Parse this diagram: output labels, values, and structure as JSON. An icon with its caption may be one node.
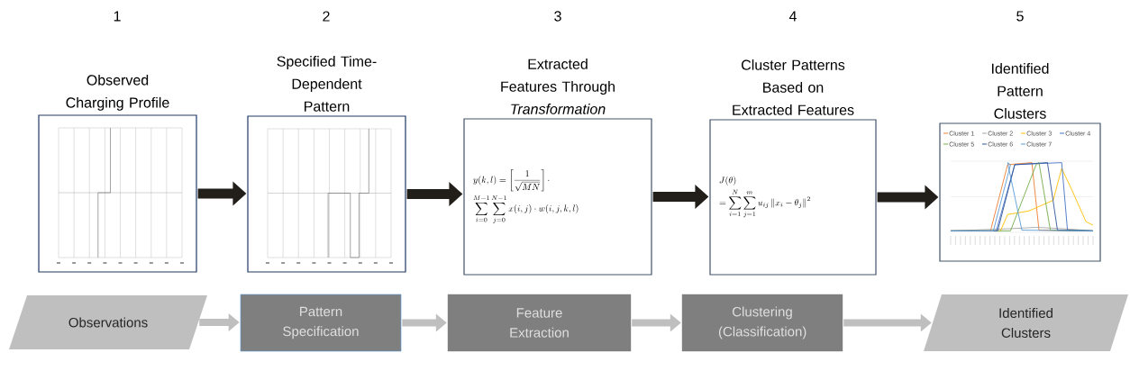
{
  "diagram": {
    "nodes": [
      {
        "text": [
          "Observed Charging Profile"
        ]
      },
      {
        "text": [
          "Specified Time-Dependent Pattern"
        ]
      },
      {
        "text": [
          "Extracted Features Through *Transformation*",
          "y(k,l)=\\left[\\frac{1}{\\sqrt{MN}}\\right]\\cdot",
          "\\sum_{i=0}^{M-1}\\sum_{j=0}^{N-1}x(i,j)\\cdot w(i,j,k,l)"
        ]
      },
      {
        "text": [
          "Cluster Patterns Based on Extracted Features",
          "J(\\theta)",
          "=\\sum_{i=1}^{N}\\sum_{j=1}^{m}u_{ij}\\left\\|x_i-\\theta_j\\right\\|^2"
        ]
      },
      {
        "text": [
          "Identified Pattern Clusters"
        ]
      },
      {
        "text": [
          "Observations"
        ]
      },
      {
        "text": [
          "Pattern Specification"
        ]
      },
      {
        "text": [
          "Feature Extraction"
        ]
      },
      {
        "text": [
          "Clustering (Classification)"
        ]
      },
      {
        "text": [
          "Identified Clusters"
        ]
      }
    ],
    "edges": [
      {
        "from": 0,
        "to": 1,
        "arrow": "to",
        "color": "#221e1a"
      },
      {
        "from": 1,
        "to": 2,
        "arrow": "to",
        "color": "#221e1a"
      },
      {
        "from": 2,
        "to": 3,
        "arrow": "to",
        "color": "#221e1a"
      },
      {
        "from": 3,
        "to": 4,
        "arrow": "to",
        "color": "#221e1a"
      },
      {
        "from": 5,
        "to": 6,
        "arrow": "to",
        "color": "#bfbfbf"
      },
      {
        "from": 6,
        "to": 7,
        "arrow": "to",
        "color": "#bfbfbf"
      },
      {
        "from": 7,
        "to": 8,
        "arrow": "to",
        "color": "#bfbfbf"
      },
      {
        "from": 8,
        "to": 9,
        "arrow": "to",
        "color": "#bfbfbf"
      }
    ],
    "labels": [
      "1",
      "2",
      "3",
      "4",
      "5",
      "Cluster 1",
      "Cluster 2",
      "Cluster 3",
      "Cluster 4",
      "Cluster 5",
      "Cluster 6",
      "Cluster 7"
    ]
  }
}
